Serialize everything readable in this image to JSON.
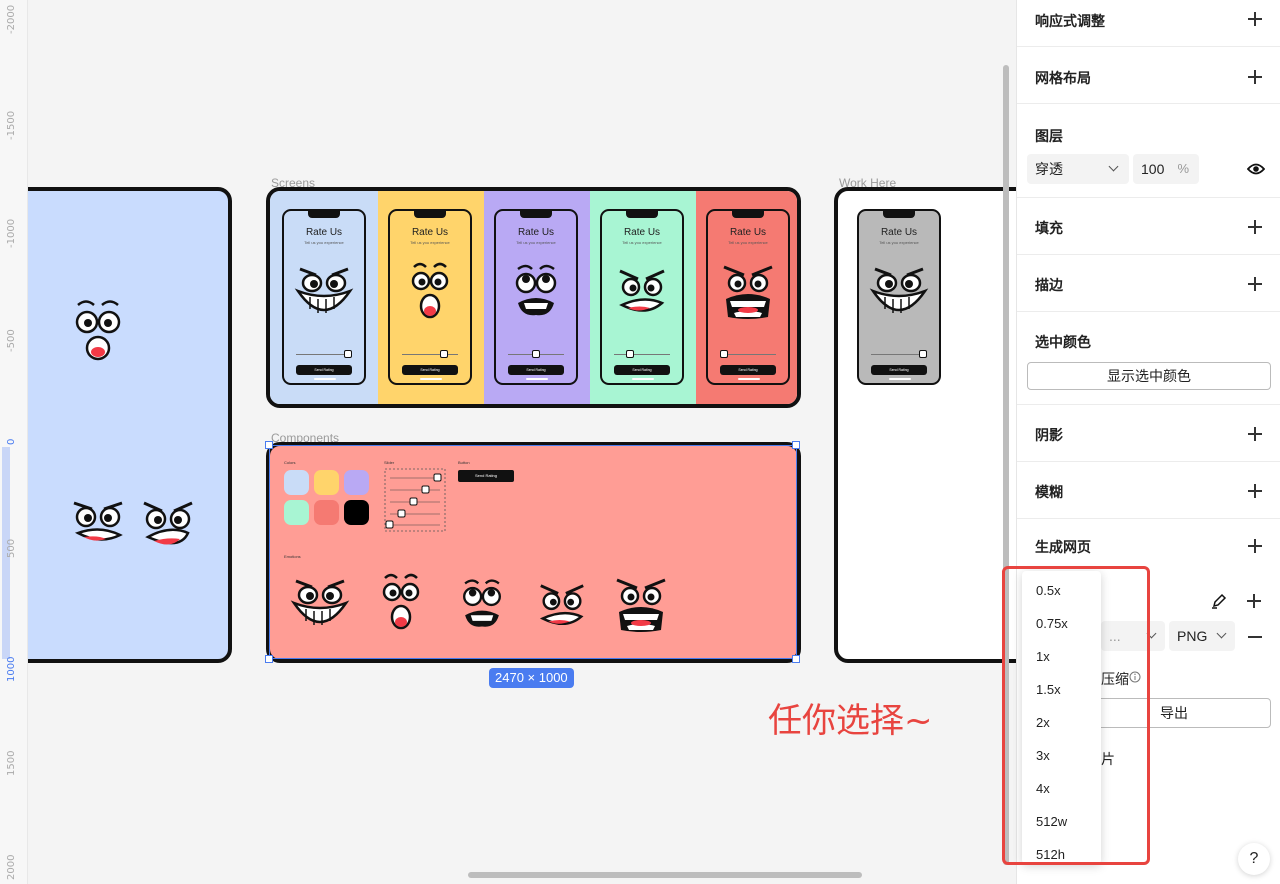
{
  "ruler": {
    "left_ticks": [
      "-2000",
      "-1500",
      "-1000",
      "-500",
      "0",
      "500",
      "1000",
      "1500",
      "2000"
    ],
    "highlight_ticks": [
      "0",
      "1000"
    ]
  },
  "canvas": {
    "frames": {
      "screens_label": "Screens",
      "components_label": "Components",
      "work_label": "Work Here"
    },
    "phone_title": "Rate Us",
    "phone_subtitle": "Tell us you experience",
    "phone_button": "Send Rating",
    "screen_colors": [
      "#c9dcf7",
      "#ffd46b",
      "#b9a9f4",
      "#a8f5d3",
      "#f57a72"
    ],
    "work_phone_color": "#b9b9b9",
    "left_frame_color": "#c9dcfe",
    "components_bg": "#ff9d95",
    "components": {
      "colors_label": "Colors",
      "slider_label": "Slider",
      "button_label": "Button",
      "button_text": "Send Rating",
      "emotions_label": "Emotions",
      "swatches": [
        "#c9dcf7",
        "#ffd46b",
        "#b9a9f4",
        "#a8f5d3",
        "#f57a72",
        "#000000"
      ]
    },
    "selection_size": "2470 × 1000",
    "annotation": "任你选择~"
  },
  "panel": {
    "responsive": "响应式调整",
    "grid_layout": "网格布局",
    "layers": "图层",
    "blend_mode": "穿透",
    "opacity": "100",
    "opacity_unit": "%",
    "fill": "填充",
    "stroke": "描边",
    "selected_colors": "选中颜色",
    "show_selected_colors": "显示选中颜色",
    "shadow": "阴影",
    "blur": "模糊",
    "generate_webpage": "生成网页",
    "export_scale_hidden": "...",
    "export_format": "PNG",
    "compress_partial": "压缩",
    "export_button": "导出",
    "image_partial": "片",
    "help": "?"
  },
  "scale_dropdown": {
    "options": [
      "0.5x",
      "0.75x",
      "1x",
      "1.5x",
      "2x",
      "3x",
      "4x",
      "512w",
      "512h"
    ]
  },
  "colors": {
    "accent": "#4a7cf0",
    "annotation_red": "#e8443f"
  }
}
